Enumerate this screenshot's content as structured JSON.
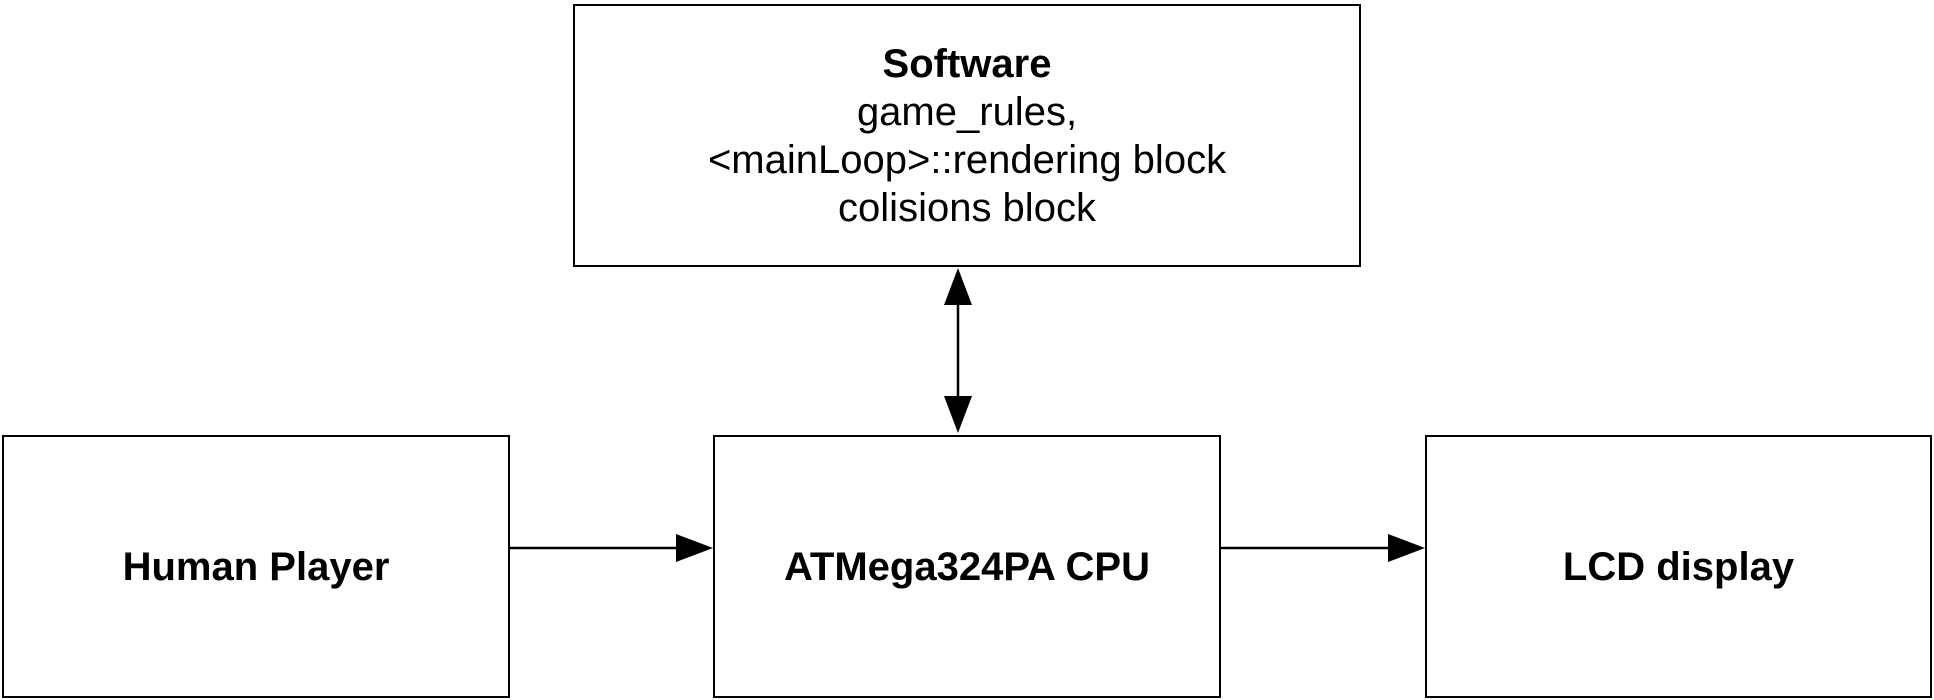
{
  "diagram": {
    "software": {
      "title": "Software",
      "lines": [
        "game_rules,",
        "<mainLoop>::rendering block",
        "colisions block"
      ]
    },
    "human_player": {
      "label": "Human Player"
    },
    "cpu": {
      "label": "ATMega324PA CPU"
    },
    "lcd": {
      "label": "LCD display"
    },
    "edges": [
      {
        "from": "software",
        "to": "cpu",
        "direction": "bidirectional"
      },
      {
        "from": "human_player",
        "to": "cpu",
        "direction": "forward"
      },
      {
        "from": "cpu",
        "to": "lcd",
        "direction": "forward"
      }
    ]
  }
}
